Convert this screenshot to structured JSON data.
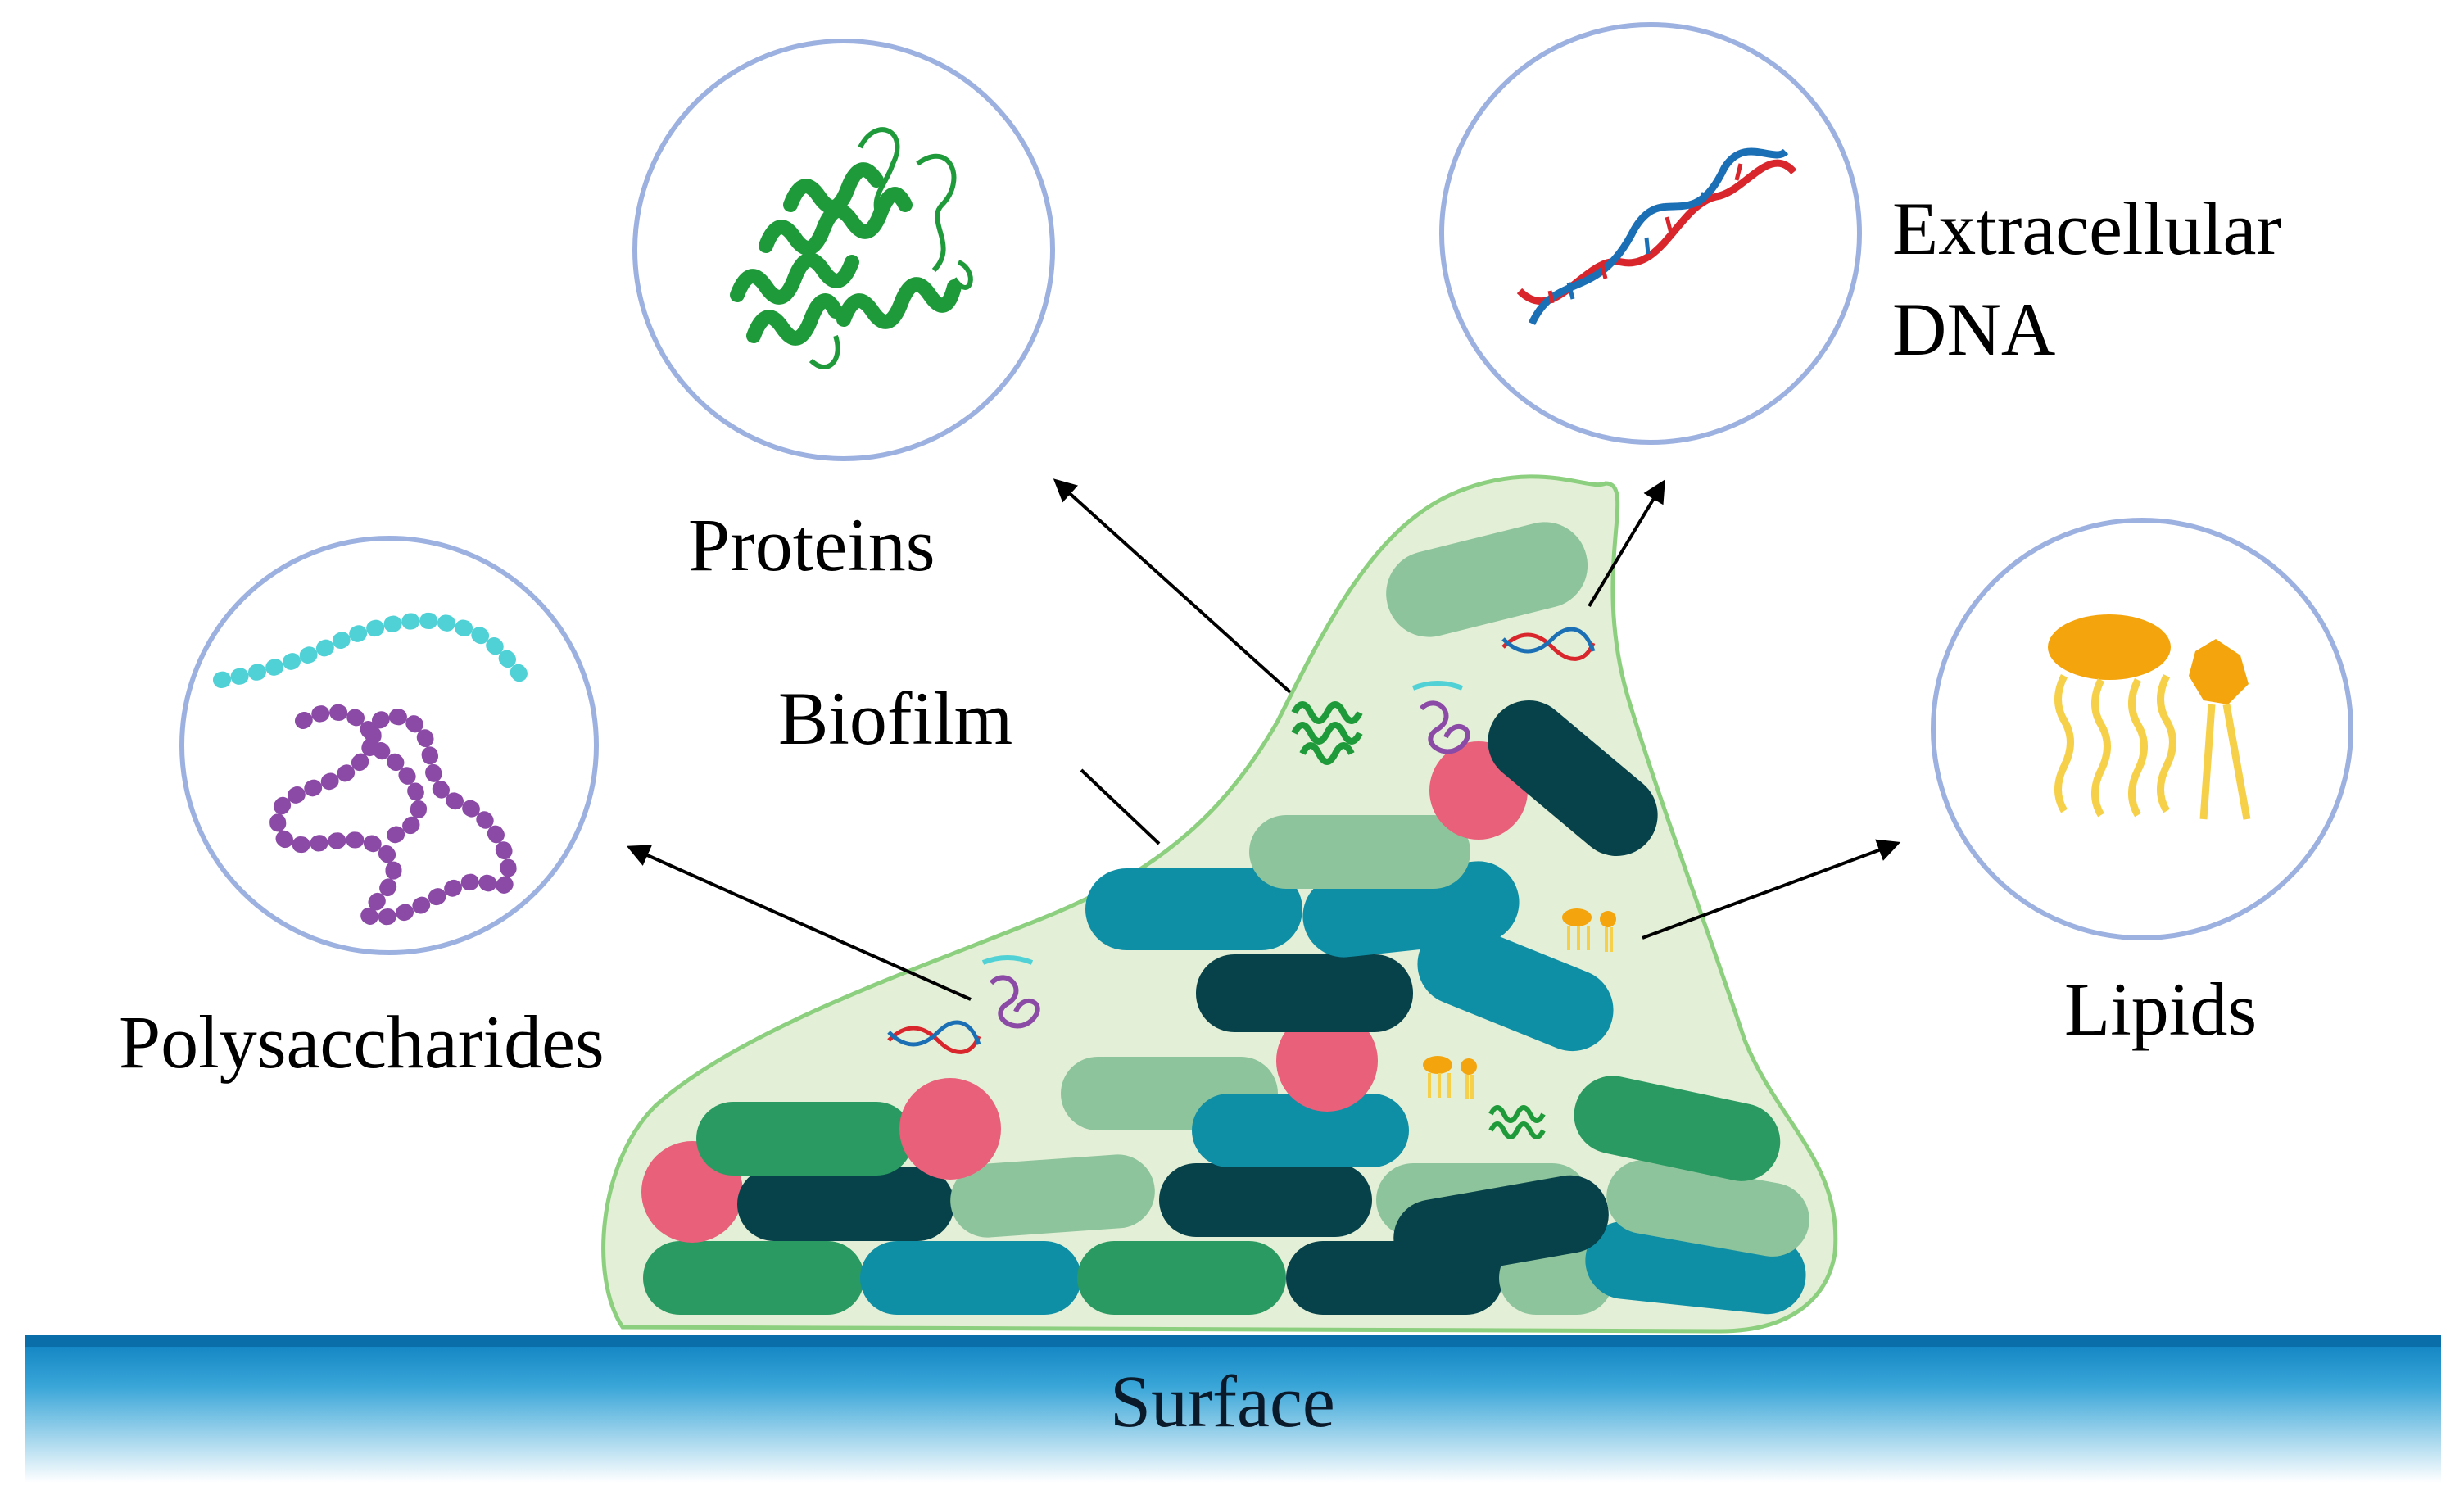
{
  "labels": {
    "proteins": "Proteins",
    "extracellular_dna_line1": "Extracellular",
    "extracellular_dna_line2": "DNA",
    "polysaccharides": "Polysaccharides",
    "lipids": "Lipids",
    "biofilm": "Biofilm",
    "surface": "Surface"
  },
  "colors": {
    "circle_border": "#9db1e0",
    "biofilm_fill": "#e3efd6",
    "biofilm_border": "#8ccf7e",
    "teal": "#0f8fa5",
    "dark_teal": "#07424a",
    "green": "#2a9a62",
    "light_green": "#8dc49c",
    "pink": "#e8607a",
    "protein": "#1f9a3a",
    "dna_red": "#d8262c",
    "dna_blue": "#1b6fb5",
    "poly_chain": "#4fd1d6",
    "poly_coil": "#8b4aa6",
    "lipid": "#f4a40c",
    "lipid_tail": "#f7d04a",
    "surface_top": "#0b7fbf",
    "arrow": "#000000"
  }
}
